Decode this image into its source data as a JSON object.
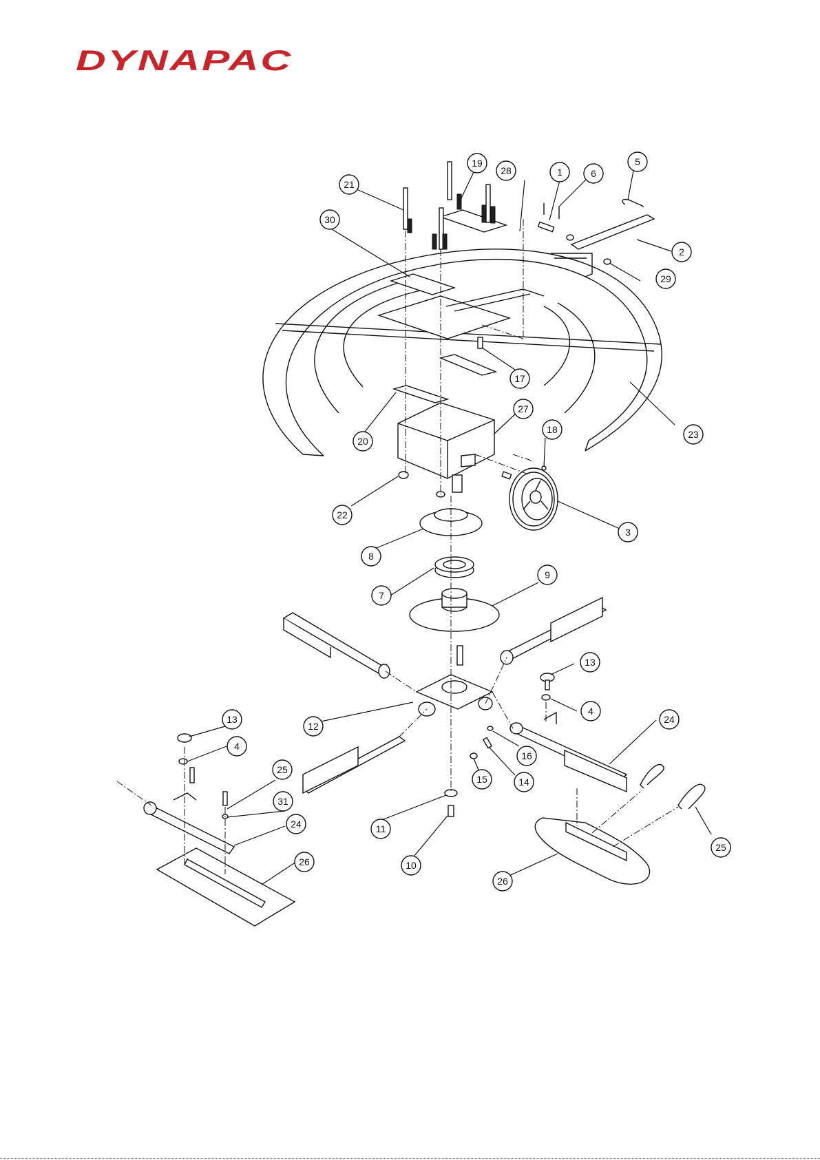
{
  "brand": {
    "logo_text": "DYNAPAC",
    "logo_color": "#c8242b"
  },
  "callouts": [
    {
      "id": "c1",
      "label": "1"
    },
    {
      "id": "c2",
      "label": "2"
    },
    {
      "id": "c3",
      "label": "3"
    },
    {
      "id": "c4a",
      "label": "4"
    },
    {
      "id": "c4b",
      "label": "4"
    },
    {
      "id": "c5",
      "label": "5"
    },
    {
      "id": "c6",
      "label": "6"
    },
    {
      "id": "c7",
      "label": "7"
    },
    {
      "id": "c8",
      "label": "8"
    },
    {
      "id": "c9",
      "label": "9"
    },
    {
      "id": "c10",
      "label": "10"
    },
    {
      "id": "c11",
      "label": "11"
    },
    {
      "id": "c12",
      "label": "12"
    },
    {
      "id": "c13a",
      "label": "13"
    },
    {
      "id": "c13b",
      "label": "13"
    },
    {
      "id": "c14",
      "label": "14"
    },
    {
      "id": "c15",
      "label": "15"
    },
    {
      "id": "c16",
      "label": "16"
    },
    {
      "id": "c17",
      "label": "17"
    },
    {
      "id": "c18",
      "label": "18"
    },
    {
      "id": "c19",
      "label": "19"
    },
    {
      "id": "c20",
      "label": "20"
    },
    {
      "id": "c21",
      "label": "21"
    },
    {
      "id": "c22",
      "label": "22"
    },
    {
      "id": "c23",
      "label": "23"
    },
    {
      "id": "c24a",
      "label": "24"
    },
    {
      "id": "c24b",
      "label": "24"
    },
    {
      "id": "c25a",
      "label": "25"
    },
    {
      "id": "c25b",
      "label": "25"
    },
    {
      "id": "c26a",
      "label": "26"
    },
    {
      "id": "c26b",
      "label": "26"
    },
    {
      "id": "c27",
      "label": "27"
    },
    {
      "id": "c28",
      "label": "28"
    },
    {
      "id": "c29",
      "label": "29"
    },
    {
      "id": "c30",
      "label": "30"
    },
    {
      "id": "c31",
      "label": "31"
    }
  ]
}
